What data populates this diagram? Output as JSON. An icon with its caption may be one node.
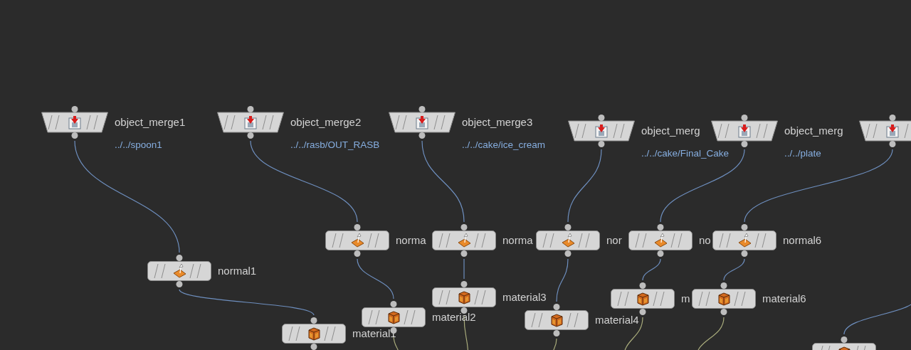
{
  "diagram": {
    "nodes": [
      {
        "text": [
          "object_merge1",
          "../../spoon1"
        ]
      },
      {
        "text": [
          "object_merge2",
          "../../rasb/OUT_RASB"
        ]
      },
      {
        "text": [
          "object_merge3",
          "../../cake/ice_cream"
        ]
      },
      {
        "text": [
          "object_merg",
          "../../cake/Final_Cake"
        ]
      },
      {
        "text": [
          "object_merg",
          "../../plate"
        ]
      },
      {
        "text": [],
        "shape": "trapezoid"
      },
      {
        "text": [
          "normal1"
        ]
      },
      {
        "text": [
          "norma"
        ]
      },
      {
        "text": [
          "norma"
        ]
      },
      {
        "text": [
          "nor"
        ]
      },
      {
        "text": [
          "no"
        ]
      },
      {
        "text": [
          "normal6"
        ]
      },
      {
        "text": [
          "material1"
        ]
      },
      {
        "text": [
          "material2"
        ]
      },
      {
        "text": [
          "material3"
        ]
      },
      {
        "text": [
          "material4"
        ]
      },
      {
        "text": [
          "m"
        ]
      },
      {
        "text": [
          "material6"
        ]
      },
      {
        "text": [],
        "shape": "box"
      }
    ],
    "edges": [
      {
        "from": 0,
        "to": 6,
        "arrow": "none"
      },
      {
        "from": 1,
        "to": 7,
        "arrow": "none"
      },
      {
        "from": 2,
        "to": 8,
        "arrow": "none"
      },
      {
        "from": 3,
        "to": 9,
        "arrow": "none"
      },
      {
        "from": 4,
        "to": 10,
        "arrow": "none"
      },
      {
        "from": 5,
        "to": 11,
        "arrow": "none"
      },
      {
        "from": 6,
        "to": 12,
        "arrow": "none"
      },
      {
        "from": 7,
        "to": 13,
        "arrow": "none"
      },
      {
        "from": 8,
        "to": 14,
        "arrow": "none"
      },
      {
        "from": 9,
        "to": 15,
        "arrow": "none"
      },
      {
        "from": 10,
        "to": 16,
        "arrow": "none"
      },
      {
        "from": 11,
        "to": 17,
        "arrow": "none"
      },
      {
        "from": null,
        "to": 18,
        "arrow": "none"
      },
      {
        "from": 13,
        "to": null,
        "arrow": "none",
        "color": "#a9ac7c"
      },
      {
        "from": 14,
        "to": null,
        "arrow": "none",
        "color": "#a9ac7c"
      },
      {
        "from": 15,
        "to": null,
        "arrow": "none",
        "color": "#a9ac7c"
      },
      {
        "from": 16,
        "to": null,
        "arrow": "none",
        "color": "#a9ac7c"
      },
      {
        "from": 17,
        "to": null,
        "arrow": "none",
        "color": "#a9ac7c"
      }
    ]
  }
}
